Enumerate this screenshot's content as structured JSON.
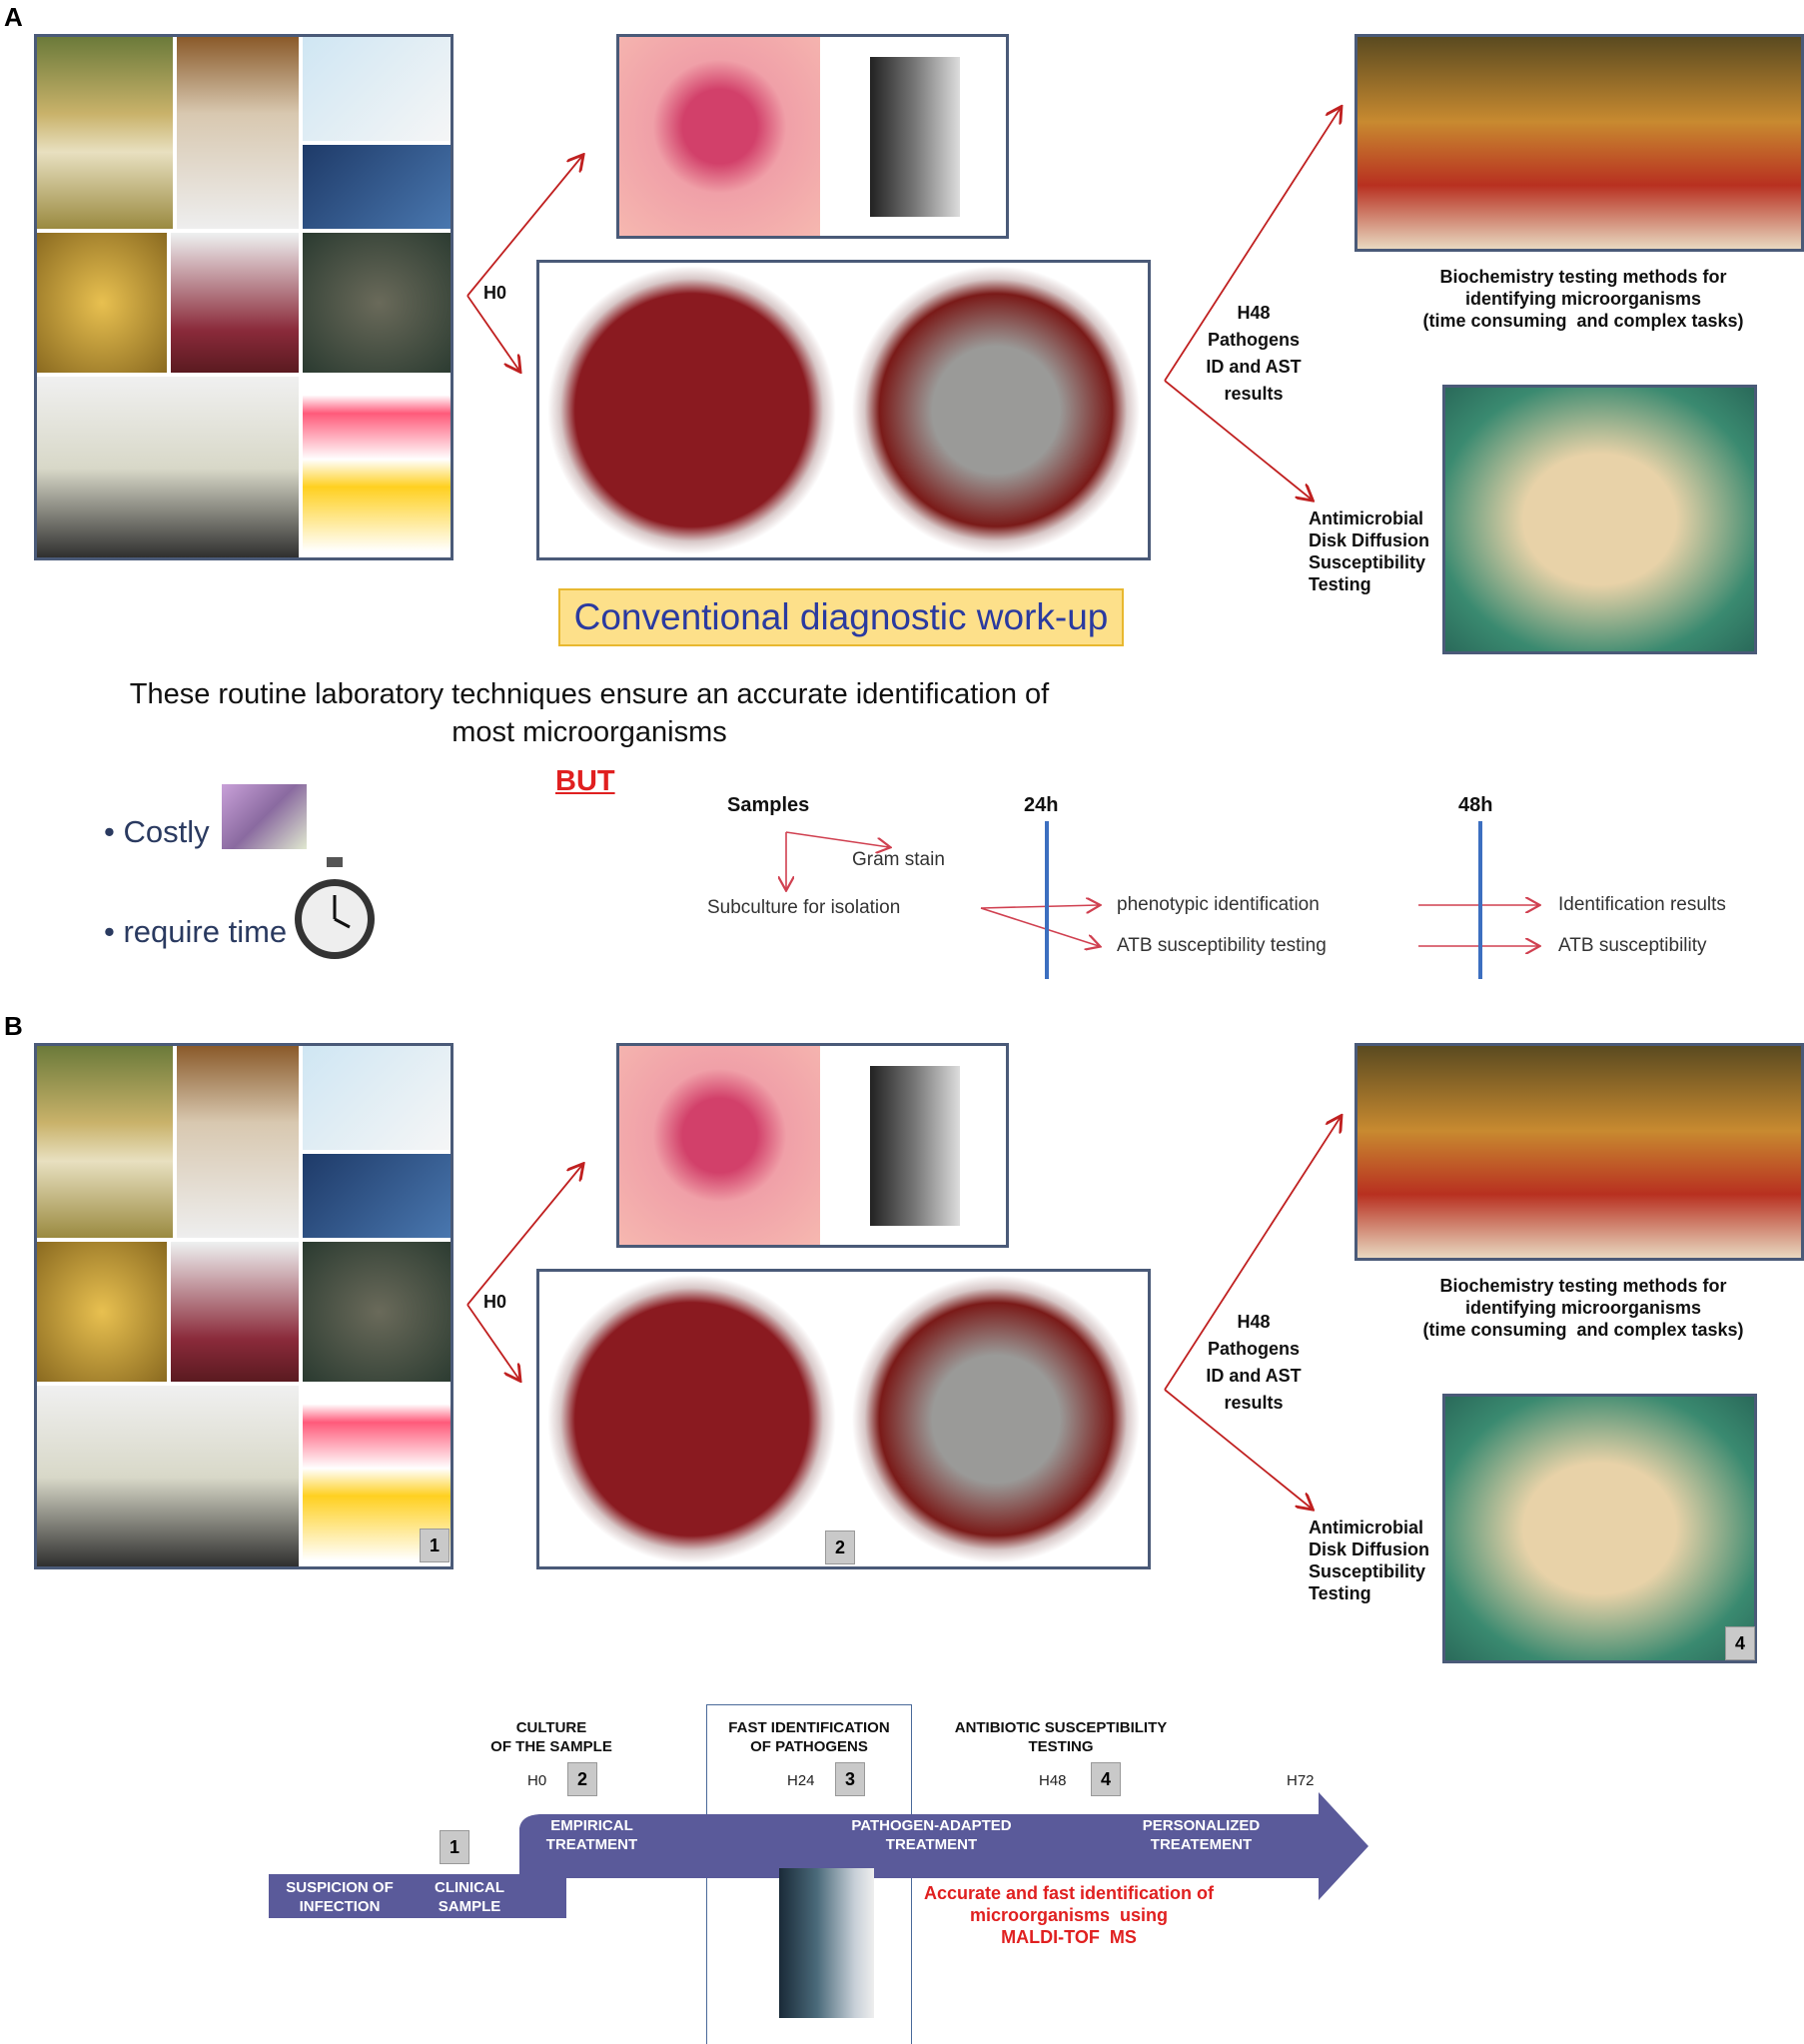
{
  "panel_a": {
    "label": "A",
    "h0": "H0",
    "h48": "H48\nPathogens\nID and AST\nresults",
    "biochem_caption": "Biochemistry testing methods for\nidentifying microorganisms\n(time consuming  and complex tasks)",
    "disk_caption": "Antimicrobial\nDisk Diffusion\nSusceptibility\nTesting"
  },
  "panel_b": {
    "label": "B",
    "h0": "H0",
    "h48": "H48\nPathogens\nID and AST\nresults",
    "biochem_caption": "Biochemistry testing methods for\nidentifying microorganisms\n(time consuming  and complex tasks)",
    "disk_caption": "Antimicrobial\nDisk Diffusion\nSusceptibility\nTesting",
    "badge_samples": "1",
    "badge_plates": "2",
    "badge_disk": "4"
  },
  "conventional_title": "Conventional diagnostic work-up",
  "statement": "These routine laboratory techniques ensure an accurate identification of\nmost microorganisms",
  "but": "BUT",
  "bullets": [
    "Costly",
    "require time"
  ],
  "workflow": {
    "samples": "Samples",
    "t24": "24h",
    "t48": "48h",
    "gram": "Gram stain",
    "subculture": "Subculture for isolation",
    "phenotypic": "phenotypic identification",
    "atb_testing": "ATB susceptibility testing",
    "id_results": "Identification results",
    "atb_susc": "ATB susceptibility"
  },
  "timeline": {
    "culture": "CULTURE\nOF THE SAMPLE",
    "fast_id": "FAST IDENTIFICATION\nOF PATHOGENS",
    "ast": "ANTIBIOTIC SUSCEPTIBILITY\nTESTING",
    "h0": "H0",
    "h24": "H24",
    "h48": "H48",
    "h72": "H72",
    "b1": "1",
    "b2": "2",
    "b3": "3",
    "b4": "4",
    "suspicion": "SUSPICION OF\nINFECTION",
    "clinical": "CLINICAL\nSAMPLE",
    "empirical": "EMPIRICAL\nTREATMENT",
    "adapted": "PATHOGEN-ADAPTED\nTREATMENT",
    "personalized": "PERSONALIZED\nTREATEMENT",
    "maldi": "Accurate and fast identification of\nmicroorganisms  using\nMALDI-TOF  MS"
  },
  "colors": {
    "arrow": "#5a5a9a",
    "red": "#e02020",
    "frame": "#4a5a78",
    "timeline_blue": "#3c6fc0"
  }
}
